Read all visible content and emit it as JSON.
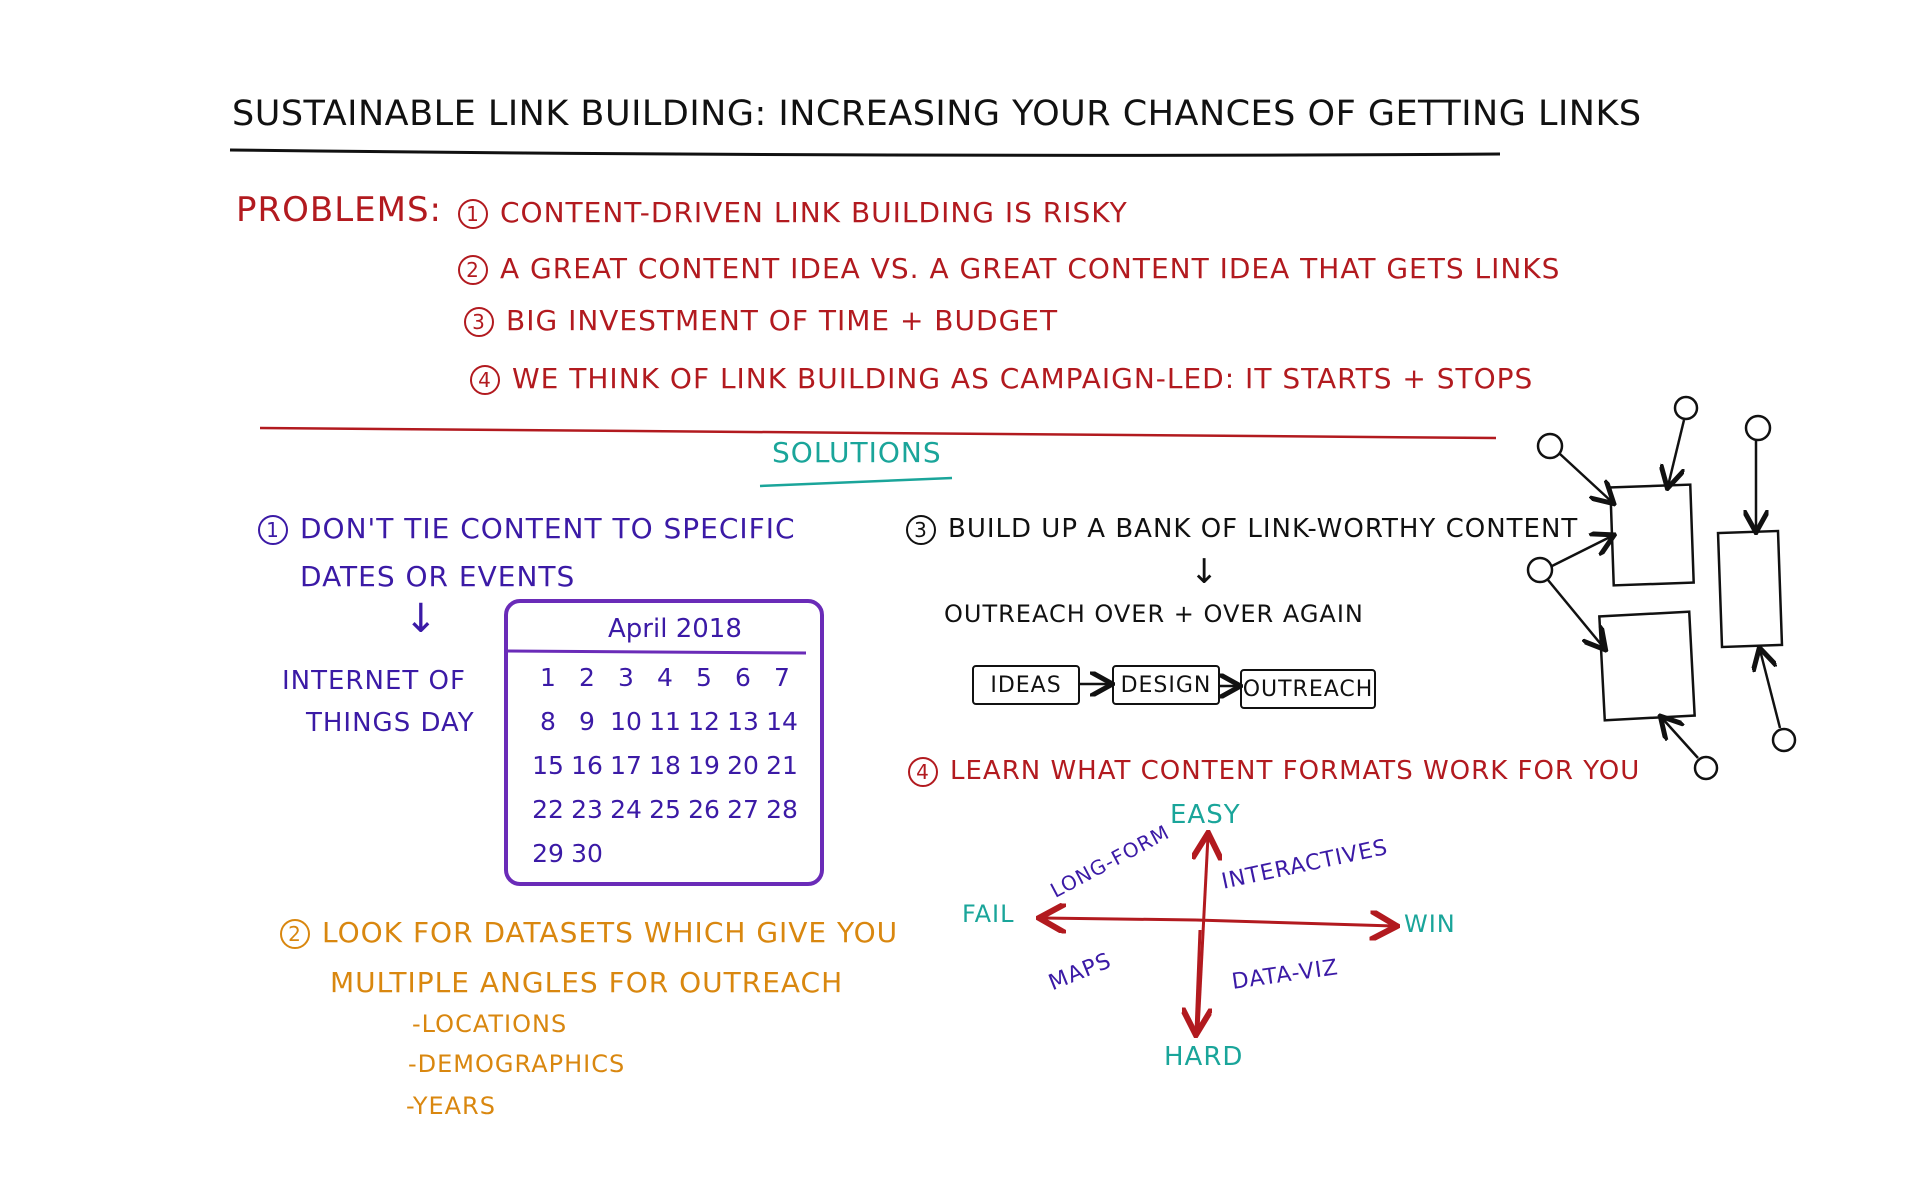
{
  "title": "Sustainable Link Building: Increasing Your Chances of Getting Links",
  "problems": {
    "heading": "Problems:",
    "items": [
      {
        "num": "1",
        "text": "Content-driven link building is risky"
      },
      {
        "num": "2",
        "text": "A great content idea vs. a great content idea that gets links"
      },
      {
        "num": "3",
        "text": "Big investment of time + budget"
      },
      {
        "num": "4",
        "text": "We think of link building as campaign-led: it starts + stops"
      }
    ]
  },
  "solutions": {
    "heading": "Solutions",
    "s1": {
      "num": "1",
      "line1": "Don't tie content to specific",
      "line2": "dates or events",
      "arrow": "↓",
      "example_line1": "Internet of",
      "example_line2": "Things Day",
      "calendar": {
        "month": "April 2018",
        "rows": [
          [
            "1",
            "2",
            "3",
            "4",
            "5",
            "6",
            "7"
          ],
          [
            "8",
            "9",
            "10",
            "11",
            "12",
            "13",
            "14"
          ],
          [
            "15",
            "16",
            "17",
            "18",
            "19",
            "20",
            "21"
          ],
          [
            "22",
            "23",
            "24",
            "25",
            "26",
            "27",
            "28"
          ],
          [
            "29",
            "30"
          ]
        ]
      }
    },
    "s2": {
      "num": "2",
      "line1": "Look for datasets which give you",
      "line2": "multiple angles for outreach",
      "bullets": [
        "-Locations",
        "-Demographics",
        "-Years"
      ]
    },
    "s3": {
      "num": "3",
      "line1": "Build up a bank of link-worthy content",
      "arrow": "↓",
      "line2": "Outreach over + over again",
      "flow": [
        "Ideas",
        "Design",
        "Outreach"
      ]
    },
    "s4": {
      "num": "4",
      "line1": "Learn what content formats work for you",
      "quadrant": {
        "top": "Easy",
        "bottom": "Hard",
        "left": "Fail",
        "right": "Win",
        "top_left": "Long-form",
        "top_right": "Interactives",
        "bottom_left": "Maps",
        "bottom_right": "Data-viz"
      }
    }
  }
}
